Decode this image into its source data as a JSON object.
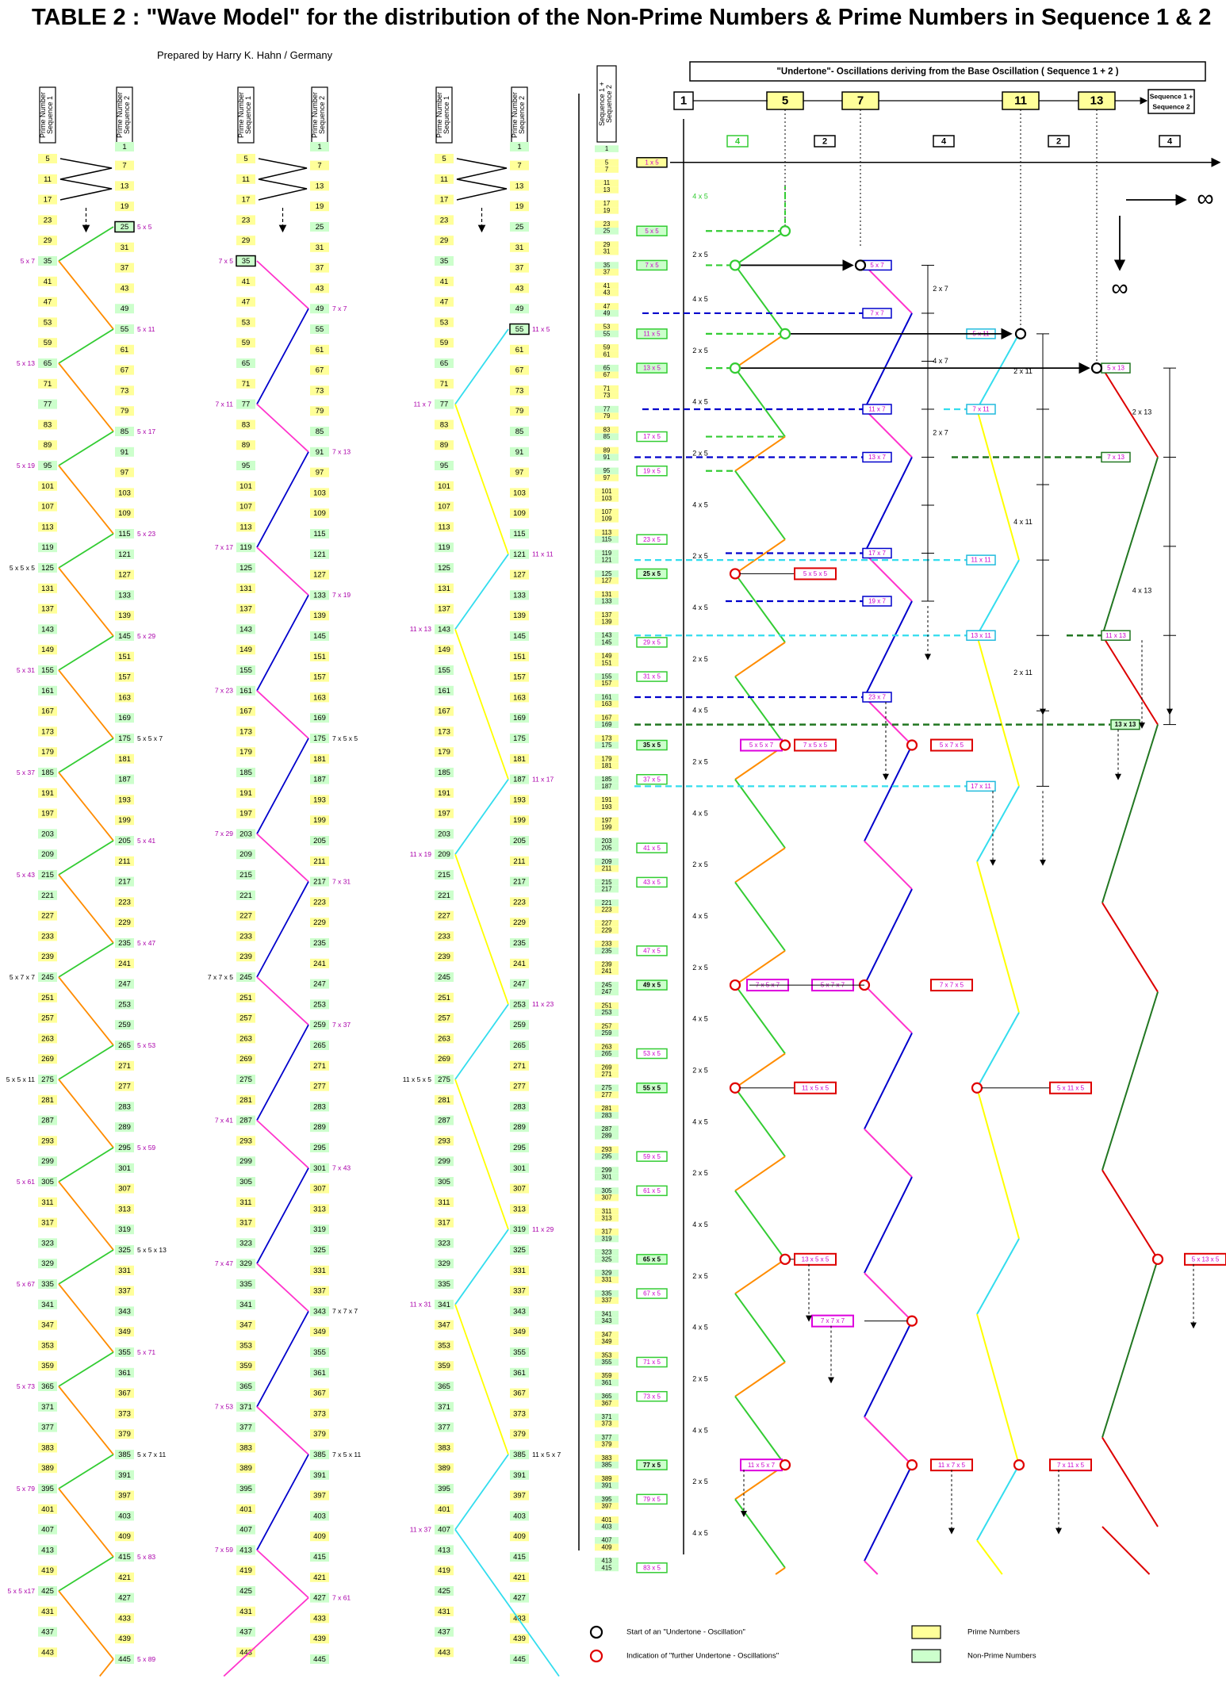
{
  "title": "TABLE 2 :  \"Wave Model\" for the distribution of the Non-Prime Numbers & Prime Numbers in Sequence 1 & 2",
  "subtitle": "Prepared by  Harry K. Hahn / Germany",
  "column_headers": {
    "seq1": "Prime Number Sequence 1",
    "seq2": "Prime Number Sequence 2",
    "combined": "Sequence 1 + Sequence 2"
  },
  "undertone_title": "\"Undertone\"- Oscillations deriving from the Base Oscillation ( Sequence 1 + 2 )",
  "base_row": [
    {
      "label": "1",
      "kind": "plain"
    },
    {
      "label": "5",
      "kind": "prime"
    },
    {
      "label": "7",
      "kind": "prime"
    },
    {
      "label": "11",
      "kind": "prime"
    },
    {
      "label": "13",
      "kind": "prime"
    }
  ],
  "sequence_box": "Sequence 1 + Sequence 2",
  "step_row": [
    "4",
    "2",
    "4",
    "2",
    "4"
  ],
  "infinity_symbol": "∞",
  "colors": {
    "prime": "#FFFF99",
    "non_prime": "#CCFFCC",
    "osc5_up": "#33CC33",
    "osc5_down": "#FF8C00",
    "osc7_up": "#FF33CC",
    "osc7_down": "#0000CC",
    "osc11_up": "#33DDEE",
    "osc11_down": "#FFFF00",
    "osc13_down": "#DD0000",
    "osc13_up": "#227722"
  },
  "seq1_values": [
    5,
    11,
    17,
    23,
    29,
    35,
    41,
    47,
    53,
    59,
    65,
    71,
    77,
    83,
    89,
    95,
    101,
    107,
    113,
    119,
    125,
    131,
    137,
    143,
    149,
    155,
    161,
    167,
    173,
    179,
    185,
    191,
    197,
    203,
    209,
    215,
    221,
    227,
    233,
    239,
    245,
    251,
    257,
    263,
    269,
    275,
    281,
    287,
    293,
    299,
    305,
    311,
    317,
    323,
    329,
    335,
    341,
    347,
    353,
    359,
    365,
    371,
    377,
    383,
    389,
    395,
    401,
    407,
    413,
    419,
    425,
    431,
    437,
    443
  ],
  "seq2_values": [
    1,
    7,
    13,
    19,
    25,
    31,
    37,
    43,
    49,
    55,
    61,
    67,
    73,
    79,
    85,
    91,
    97,
    103,
    109,
    115,
    121,
    127,
    133,
    139,
    145,
    151,
    157,
    163,
    169,
    175,
    181,
    187,
    193,
    199,
    205,
    211,
    217,
    223,
    229,
    235,
    241,
    247,
    253,
    259,
    265,
    271,
    277,
    283,
    289,
    295,
    301,
    307,
    313,
    319,
    325,
    331,
    337,
    343,
    349,
    355,
    361,
    367,
    373,
    379,
    385,
    391,
    397,
    403,
    409,
    415,
    421,
    427,
    433,
    439,
    445
  ],
  "seq1_prime_flags": [
    1,
    1,
    1,
    1,
    1,
    0,
    1,
    1,
    1,
    1,
    0,
    1,
    0,
    1,
    1,
    0,
    1,
    1,
    1,
    0,
    0,
    1,
    1,
    0,
    1,
    0,
    0,
    1,
    1,
    1,
    0,
    1,
    1,
    0,
    0,
    0,
    0,
    1,
    1,
    1,
    0,
    1,
    1,
    1,
    1,
    0,
    1,
    0,
    1,
    0,
    0,
    1,
    1,
    0,
    0,
    0,
    0,
    1,
    1,
    1,
    0,
    0,
    0,
    1,
    1,
    0,
    1,
    0,
    0,
    1,
    0,
    1,
    0,
    1
  ],
  "seq2_prime_flags": [
    0,
    1,
    1,
    1,
    0,
    1,
    1,
    1,
    0,
    0,
    1,
    1,
    1,
    1,
    0,
    0,
    1,
    1,
    1,
    0,
    0,
    1,
    0,
    1,
    0,
    1,
    1,
    1,
    0,
    0,
    1,
    0,
    1,
    1,
    0,
    1,
    0,
    1,
    1,
    0,
    1,
    0,
    0,
    0,
    0,
    1,
    1,
    0,
    0,
    0,
    0,
    1,
    1,
    0,
    0,
    1,
    1,
    0,
    1,
    0,
    0,
    1,
    1,
    1,
    0,
    0,
    1,
    0,
    1,
    0,
    1,
    0,
    1,
    1,
    0
  ],
  "panel1_labels": [
    {
      "seq": 2,
      "value": 25,
      "text": "5 x 5"
    },
    {
      "seq": 1,
      "value": 35,
      "text": "5 x 7"
    },
    {
      "seq": 2,
      "value": 55,
      "text": "5 x 11"
    },
    {
      "seq": 1,
      "value": 65,
      "text": "5 x 13"
    },
    {
      "seq": 2,
      "value": 85,
      "text": "5 x 17"
    },
    {
      "seq": 1,
      "value": 95,
      "text": "5 x 19"
    },
    {
      "seq": 2,
      "value": 115,
      "text": "5 x 23"
    },
    {
      "seq": 1,
      "value": 125,
      "text": "5 x 5 x 5"
    },
    {
      "seq": 2,
      "value": 145,
      "text": "5 x 29"
    },
    {
      "seq": 1,
      "value": 155,
      "text": "5 x 31"
    },
    {
      "seq": 2,
      "value": 175,
      "text": "5 x 5 x 7"
    },
    {
      "seq": 1,
      "value": 185,
      "text": "5 x 37"
    },
    {
      "seq": 2,
      "value": 205,
      "text": "5 x 41"
    },
    {
      "seq": 1,
      "value": 215,
      "text": "5 x 43"
    },
    {
      "seq": 2,
      "value": 235,
      "text": "5 x 47"
    },
    {
      "seq": 1,
      "value": 245,
      "text": "5 x 7 x 7"
    },
    {
      "seq": 2,
      "value": 265,
      "text": "5 x 53"
    },
    {
      "seq": 1,
      "value": 275,
      "text": "5 x 5 x 11"
    },
    {
      "seq": 2,
      "value": 295,
      "text": "5 x 59"
    },
    {
      "seq": 1,
      "value": 305,
      "text": "5 x 61"
    },
    {
      "seq": 2,
      "value": 325,
      "text": "5 x 5 x 13"
    },
    {
      "seq": 1,
      "value": 335,
      "text": "5 x 67"
    },
    {
      "seq": 2,
      "value": 355,
      "text": "5 x 71"
    },
    {
      "seq": 1,
      "value": 365,
      "text": "5 x 73"
    },
    {
      "seq": 2,
      "value": 385,
      "text": "5 x 7 x 11"
    },
    {
      "seq": 1,
      "value": 395,
      "text": "5 x 79"
    },
    {
      "seq": 2,
      "value": 415,
      "text": "5 x 83"
    },
    {
      "seq": 1,
      "value": 425,
      "text": "5 x 5 x17"
    },
    {
      "seq": 2,
      "value": 445,
      "text": "5 x 89"
    }
  ],
  "panel2_labels": [
    {
      "seq": 1,
      "value": 35,
      "text": "7 x 5"
    },
    {
      "seq": 2,
      "value": 49,
      "text": "7 x 7"
    },
    {
      "seq": 1,
      "value": 77,
      "text": "7 x 11"
    },
    {
      "seq": 2,
      "value": 91,
      "text": "7 x 13"
    },
    {
      "seq": 1,
      "value": 119,
      "text": "7 x 17"
    },
    {
      "seq": 2,
      "value": 133,
      "text": "7 x 19"
    },
    {
      "seq": 1,
      "value": 161,
      "text": "7 x 23"
    },
    {
      "seq": 2,
      "value": 175,
      "text": "7 x 5 x 5"
    },
    {
      "seq": 1,
      "value": 203,
      "text": "7 x 29"
    },
    {
      "seq": 2,
      "value": 217,
      "text": "7 x 31"
    },
    {
      "seq": 1,
      "value": 245,
      "text": "7 x 7 x 5"
    },
    {
      "seq": 2,
      "value": 259,
      "text": "7 x 37"
    },
    {
      "seq": 1,
      "value": 287,
      "text": "7 x 41"
    },
    {
      "seq": 2,
      "value": 301,
      "text": "7 x 43"
    },
    {
      "seq": 1,
      "value": 329,
      "text": "7 x 47"
    },
    {
      "seq": 2,
      "value": 343,
      "text": "7 x 7 x 7"
    },
    {
      "seq": 1,
      "value": 371,
      "text": "7 x 53"
    },
    {
      "seq": 2,
      "value": 385,
      "text": "7 x 5 x 11"
    },
    {
      "seq": 1,
      "value": 413,
      "text": "7 x 59"
    },
    {
      "seq": 2,
      "value": 427,
      "text": "7 x 61"
    }
  ],
  "panel3_labels": [
    {
      "seq": 2,
      "value": 55,
      "text": "11 x 5"
    },
    {
      "seq": 1,
      "value": 77,
      "text": "11 x 7"
    },
    {
      "seq": 2,
      "value": 121,
      "text": "11 x 11"
    },
    {
      "seq": 1,
      "value": 143,
      "text": "11 x 13"
    },
    {
      "seq": 2,
      "value": 187,
      "text": "11 x 17"
    },
    {
      "seq": 1,
      "value": 209,
      "text": "11 x 19"
    },
    {
      "seq": 2,
      "value": 253,
      "text": "11 x 23"
    },
    {
      "seq": 1,
      "value": 275,
      "text": "11 x 5 x 5"
    },
    {
      "seq": 2,
      "value": 319,
      "text": "11 x 29"
    },
    {
      "seq": 1,
      "value": 341,
      "text": "11 x 31"
    },
    {
      "seq": 2,
      "value": 385,
      "text": "11 x 5 x 7"
    },
    {
      "seq": 1,
      "value": 407,
      "text": "11 x 37"
    }
  ],
  "x5_boxes": [
    {
      "value": 5,
      "text": "1 x 5"
    },
    {
      "value": 25,
      "text": "5 x 5"
    },
    {
      "value": 35,
      "text": "7 x 5"
    },
    {
      "value": 55,
      "text": "11 x 5"
    },
    {
      "value": 65,
      "text": "13 x 5"
    },
    {
      "value": 85,
      "text": "17 x 5"
    },
    {
      "value": 95,
      "text": "19 x 5"
    },
    {
      "value": 115,
      "text": "23 x 5"
    },
    {
      "value": 125,
      "text": "25 x 5"
    },
    {
      "value": 145,
      "text": "29 x 5"
    },
    {
      "value": 155,
      "text": "31 x 5"
    },
    {
      "value": 175,
      "text": "35 x 5"
    },
    {
      "value": 185,
      "text": "37 x 5"
    },
    {
      "value": 205,
      "text": "41 x 5"
    },
    {
      "value": 215,
      "text": "43 x 5"
    },
    {
      "value": 235,
      "text": "47 x 5"
    },
    {
      "value": 245,
      "text": "49 x 5"
    },
    {
      "value": 265,
      "text": "53 x 5"
    },
    {
      "value": 275,
      "text": "55 x 5"
    },
    {
      "value": 295,
      "text": "59 x 5"
    },
    {
      "value": 305,
      "text": "61 x 5"
    },
    {
      "value": 325,
      "text": "65 x 5"
    },
    {
      "value": 335,
      "text": "67 x 5"
    },
    {
      "value": 355,
      "text": "71 x 5"
    },
    {
      "value": 365,
      "text": "73 x 5"
    },
    {
      "value": 385,
      "text": "77 x 5"
    },
    {
      "value": 395,
      "text": "79 x 5"
    },
    {
      "value": 415,
      "text": "83 x 5"
    }
  ],
  "osc_boxes": [
    {
      "value": 35,
      "text": "5 x 7",
      "col": "n7",
      "color": "#0000CC"
    },
    {
      "value": 49,
      "text": "7 x 7",
      "col": "n7",
      "color": "#0000CC"
    },
    {
      "value": 77,
      "text": "11 x 7",
      "col": "n7",
      "color": "#0000CC"
    },
    {
      "value": 91,
      "text": "13 x 7",
      "col": "n7",
      "color": "#0000CC"
    },
    {
      "value": 119,
      "text": "17 x 7",
      "col": "n7",
      "color": "#0000CC"
    },
    {
      "value": 133,
      "text": "19 x 7",
      "col": "n7",
      "color": "#0000CC"
    },
    {
      "value": 161,
      "text": "23 x 7",
      "col": "n7",
      "color": "#0000CC"
    },
    {
      "value": 55,
      "text": "5 x 11",
      "col": "n11",
      "color": "#22BBDD"
    },
    {
      "value": 77,
      "text": "7 x 11",
      "col": "n11",
      "color": "#22BBDD"
    },
    {
      "value": 121,
      "text": "11 x 11",
      "col": "n11",
      "color": "#22BBDD"
    },
    {
      "value": 143,
      "text": "13 x 11",
      "col": "n11",
      "color": "#22BBDD"
    },
    {
      "value": 187,
      "text": "17 x 11",
      "col": "n11",
      "color": "#22BBDD"
    },
    {
      "value": 65,
      "text": "5 x 13",
      "col": "n13",
      "color": "#227722"
    },
    {
      "value": 91,
      "text": "7 x 13",
      "col": "n13",
      "color": "#227722"
    },
    {
      "value": 143,
      "text": "11 x 13",
      "col": "n13",
      "color": "#227722"
    },
    {
      "value": 169,
      "text": "13 x 13",
      "col": "n13",
      "color": "#227722"
    }
  ],
  "step_labels": [
    {
      "value": 15,
      "text": "4 x 5",
      "col": "a",
      "color": "#33CC33"
    },
    {
      "value": 32,
      "text": "2 x 5",
      "col": "a"
    },
    {
      "value": 45,
      "text": "4 x 5",
      "col": "a"
    },
    {
      "value": 60,
      "text": "2 x 5",
      "col": "a"
    },
    {
      "value": 75,
      "text": "4 x 5",
      "col": "a"
    },
    {
      "value": 90,
      "text": "2 x 5",
      "col": "a"
    },
    {
      "value": 105,
      "text": "4 x 5",
      "col": "a"
    },
    {
      "value": 120,
      "text": "2 x 5",
      "col": "a"
    },
    {
      "value": 135,
      "text": "4 x 5",
      "col": "a"
    },
    {
      "value": 150,
      "text": "2 x 5",
      "col": "a"
    },
    {
      "value": 165,
      "text": "4 x 5",
      "col": "a"
    },
    {
      "value": 180,
      "text": "2 x 5",
      "col": "a"
    },
    {
      "value": 195,
      "text": "4 x 5",
      "col": "a"
    },
    {
      "value": 210,
      "text": "2 x 5",
      "col": "a"
    },
    {
      "value": 225,
      "text": "4 x 5",
      "col": "a"
    },
    {
      "value": 240,
      "text": "2 x 5",
      "col": "a"
    },
    {
      "value": 255,
      "text": "4 x 5",
      "col": "a"
    },
    {
      "value": 270,
      "text": "2 x 5",
      "col": "a"
    },
    {
      "value": 285,
      "text": "4 x 5",
      "col": "a"
    },
    {
      "value": 300,
      "text": "2 x 5",
      "col": "a"
    },
    {
      "value": 315,
      "text": "4 x 5",
      "col": "a"
    },
    {
      "value": 330,
      "text": "2 x 5",
      "col": "a"
    },
    {
      "value": 345,
      "text": "4 x 5",
      "col": "a"
    },
    {
      "value": 360,
      "text": "2 x 5",
      "col": "a"
    },
    {
      "value": 375,
      "text": "4 x 5",
      "col": "a"
    },
    {
      "value": 390,
      "text": "2 x 5",
      "col": "a"
    },
    {
      "value": 405,
      "text": "4 x 5",
      "col": "a"
    },
    {
      "value": 42,
      "text": "2 x 7",
      "col": "b"
    },
    {
      "value": 63,
      "text": "4 x 7",
      "col": "b"
    },
    {
      "value": 84,
      "text": "2 x 7",
      "col": "b"
    },
    {
      "value": 66,
      "text": "2 x 11",
      "col": "c"
    },
    {
      "value": 110,
      "text": "4 x 11",
      "col": "c"
    },
    {
      "value": 154,
      "text": "2 x 11",
      "col": "c"
    },
    {
      "value": 78,
      "text": "2 x 13",
      "col": "d"
    },
    {
      "value": 130,
      "text": "4 x 13",
      "col": "d"
    }
  ],
  "product_boxes": [
    {
      "value": 125,
      "text": "5 x 5 x 5",
      "col": "r1",
      "color": "#DD0000"
    },
    {
      "value": 175,
      "text": "5 x 5 x 7",
      "col": "p1",
      "color": "#DD00DD"
    },
    {
      "value": 175,
      "text": "7 x 5 x 5",
      "col": "r1",
      "color": "#DD0000"
    },
    {
      "value": 175,
      "text": "5 x 7 x 5",
      "col": "r2",
      "color": "#DD0000"
    },
    {
      "value": 245,
      "text": "7 x 5 x 7",
      "col": "p2",
      "color": "#DD00DD"
    },
    {
      "value": 245,
      "text": "5 x 7 x 7",
      "col": "p3",
      "color": "#DD00DD"
    },
    {
      "value": 245,
      "text": "7 x 7 x 5",
      "col": "r2",
      "color": "#DD0000"
    },
    {
      "value": 275,
      "text": "11 x 5 x 5",
      "col": "r1",
      "color": "#DD0000"
    },
    {
      "value": 275,
      "text": "5 x 11 x 5",
      "col": "r3",
      "color": "#DD0000"
    },
    {
      "value": 325,
      "text": "13 x 5 x 5",
      "col": "r1",
      "color": "#DD0000"
    },
    {
      "value": 325,
      "text": "5 x 13 x 5",
      "col": "r4",
      "color": "#DD0000"
    },
    {
      "value": 343,
      "text": "7 x 7 x 7",
      "col": "p4",
      "color": "#DD00DD"
    },
    {
      "value": 385,
      "text": "11 x 5 x 7",
      "col": "p1",
      "color": "#DD00DD"
    },
    {
      "value": 385,
      "text": "11 x 7 x 5",
      "col": "r2",
      "color": "#DD0000"
    },
    {
      "value": 385,
      "text": "7 x 11 x 5",
      "col": "r3",
      "color": "#DD0000"
    }
  ],
  "legend": [
    {
      "text": "Start of an \"Undertone - Oscillation\"",
      "kind": "black-circle"
    },
    {
      "text": "Indication of \"further Undertone - Oscillations\"",
      "kind": "red-circle"
    },
    {
      "text": "Prime  Numbers",
      "kind": "prime-swatch"
    },
    {
      "text": "Non-Prime Numbers",
      "kind": "nonprime-swatch"
    }
  ]
}
